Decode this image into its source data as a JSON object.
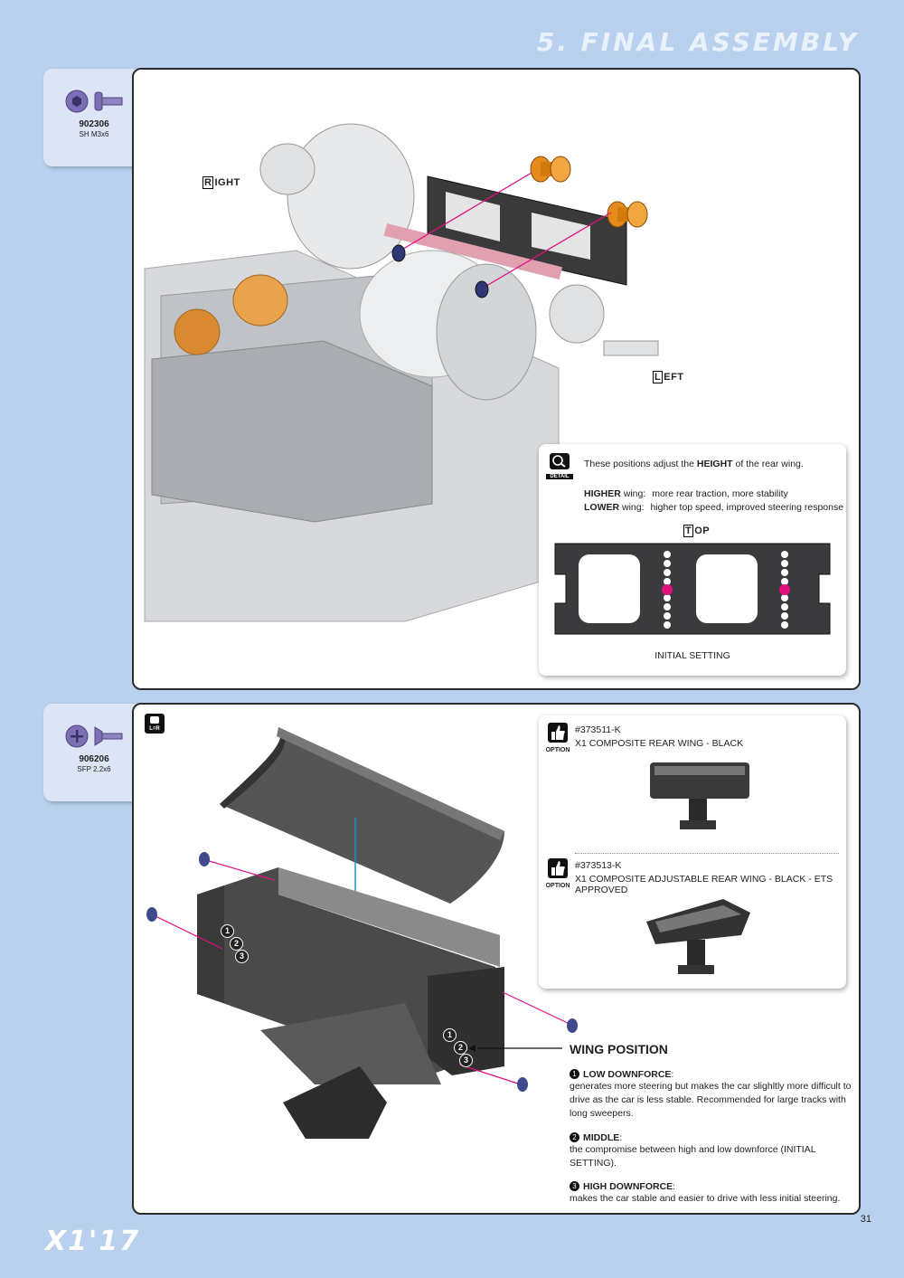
{
  "header": {
    "title": "5. FINAL ASSEMBLY"
  },
  "parts": [
    {
      "code": "902306",
      "desc": "SH M3x6"
    },
    {
      "code": "906206",
      "desc": "SFP 2.2x6"
    }
  ],
  "step1": {
    "label_right_letter": "R",
    "label_right_rest": "IGHT",
    "label_left_letter": "L",
    "label_left_rest": "EFT",
    "detail": {
      "badge": "DETAIL",
      "intro_pre": "These positions adjust the ",
      "intro_bold": "HEIGHT",
      "intro_post": " of the rear wing.",
      "higher_bold": "HIGHER",
      "higher_word": " wing:",
      "higher_text": "more rear traction, more stability",
      "lower_bold": "LOWER",
      "lower_word": " wing:",
      "lower_text": "higher top speed, improved steering response",
      "top_letter": "T",
      "top_rest": "OP",
      "initial": "INITIAL SETTING"
    }
  },
  "step2": {
    "lr_badge": "L=R",
    "options": [
      {
        "badge": "OPTION",
        "code": "#373511-K",
        "name": "X1 COMPOSITE REAR WING - BLACK"
      },
      {
        "badge": "OPTION",
        "code": "#373513-K",
        "name": "X1 COMPOSITE ADJUSTABLE REAR WING - BLACK - ETS APPROVED"
      }
    ],
    "wing_position": {
      "title": "WING POSITION",
      "items": [
        {
          "num": "1",
          "title": "LOW DOWNFORCE",
          "text": "generates more steering but makes the car slighltly more difficult to drive as the car is less stable. Recommended for large tracks with long sweepers."
        },
        {
          "num": "2",
          "title": "MIDDLE",
          "text": "the compromise between high and low downforce (INITIAL SETTING)."
        },
        {
          "num": "3",
          "title": "HIGH DOWNFORCE",
          "text": "makes the car stable and easier to drive with less initial steering."
        }
      ]
    }
  },
  "footer": {
    "logo": "X1'17",
    "page": "31"
  },
  "colors": {
    "background": "#b9d1ee",
    "accent_magenta": "#e0117f",
    "arrow_blue": "#1b8fd6"
  }
}
